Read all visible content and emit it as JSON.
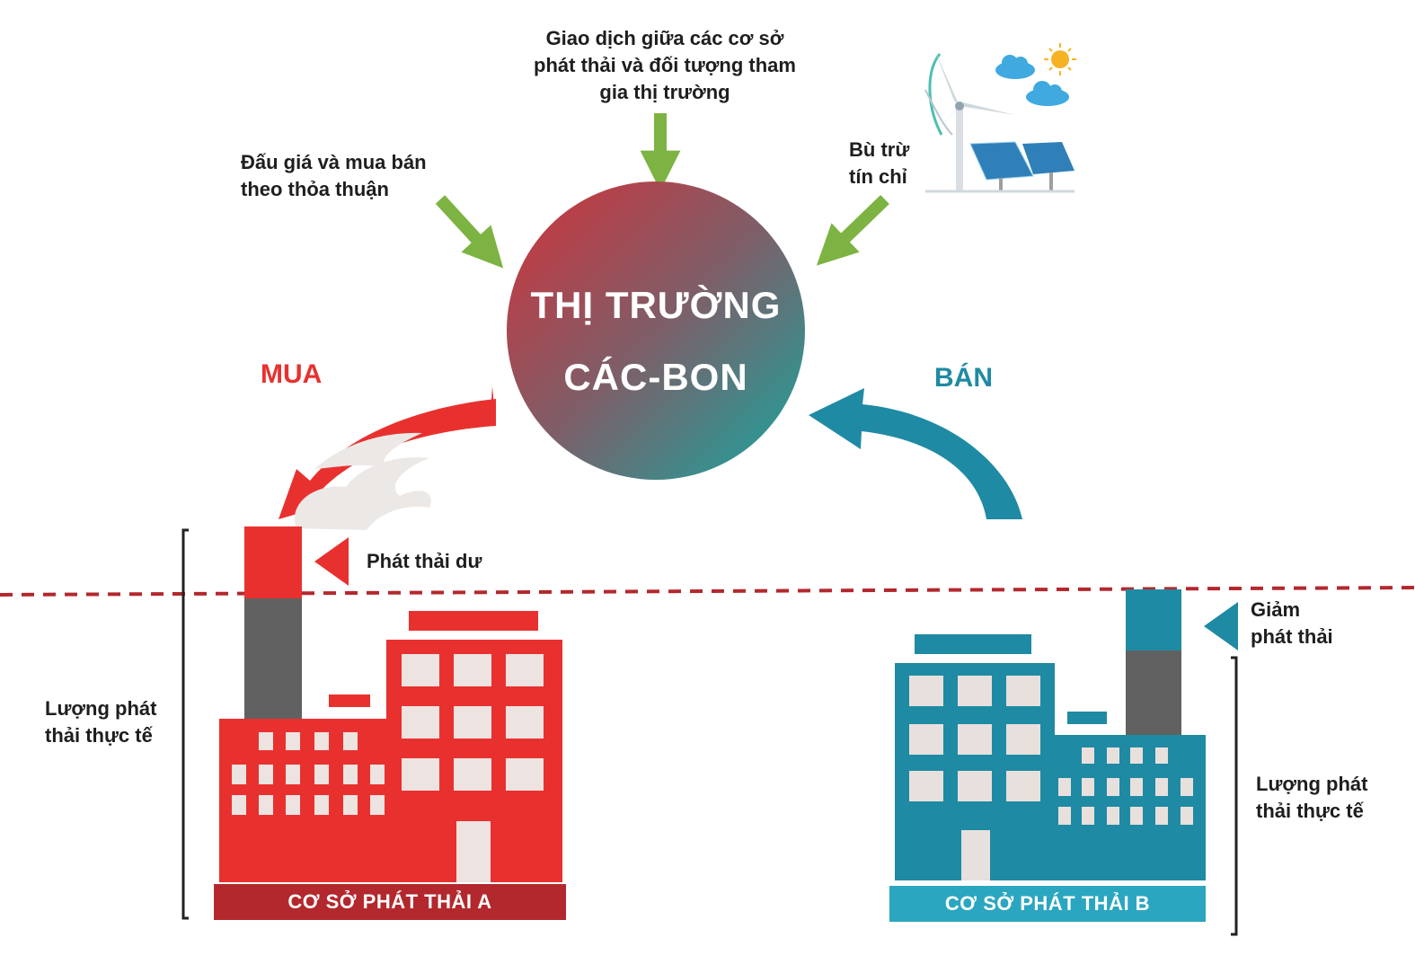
{
  "center": {
    "line1": "THỊ TRƯỜNG",
    "line2": "CÁC-BON"
  },
  "top_label": {
    "line1": "Giao dịch giữa các cơ sở",
    "line2": "phát thải và đối tượng tham",
    "line3": "gia thị trường"
  },
  "left_label": {
    "line1": "Đấu giá và mua bán",
    "line2": "theo thỏa thuận"
  },
  "right_label": {
    "line1": "Bù trừ",
    "line2": "tín chỉ"
  },
  "buy": "MUA",
  "sell": "BÁN",
  "excess_label": "Phát thải dư",
  "reduction_label": {
    "line1": "Giảm",
    "line2": "phát thải"
  },
  "actual_left": {
    "line1": "Lượng phát",
    "line2": "thải thực tế"
  },
  "actual_right": {
    "line1": "Lượng phát",
    "line2": "thải thực tế"
  },
  "factory_a": "CƠ SỞ PHÁT THẢI A",
  "factory_b": "CƠ SỞ PHÁT THẢI B",
  "colors": {
    "red": "#e8312f",
    "teal": "#1f8aa3",
    "green": "#7cb342",
    "dark_red": "#b3282d",
    "gray": "#6e6e6e"
  },
  "icons": [
    "wind-turbine-icon",
    "solar-panel-icon",
    "cloud-icon",
    "sun-icon",
    "smoke-icon"
  ]
}
